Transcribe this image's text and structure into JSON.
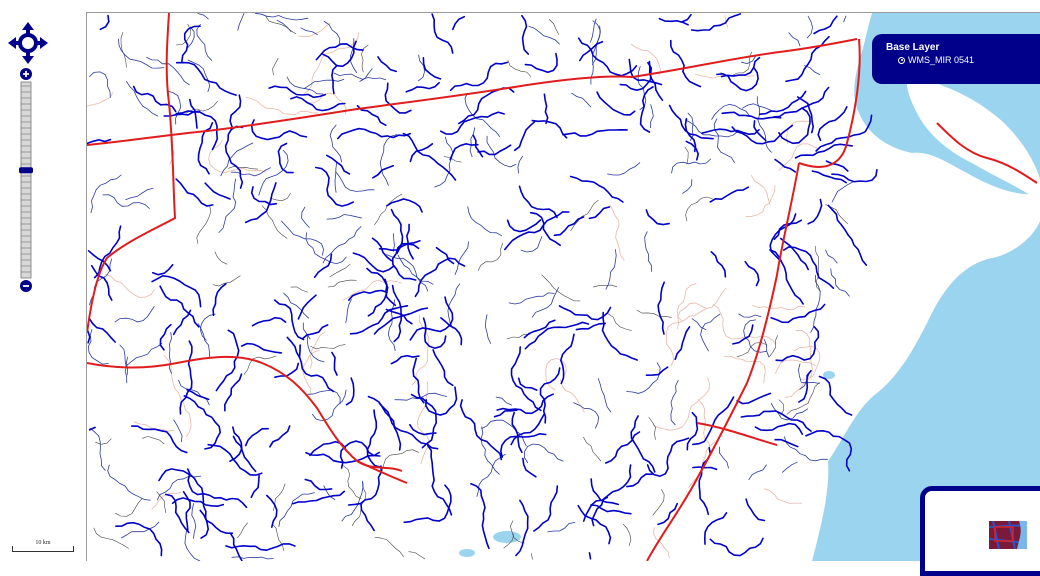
{
  "map": {
    "colors": {
      "water": "#9bd4ef",
      "river_major": "#0000c8",
      "river_minor": "#2a3aa0",
      "road_major": "#e01c1c",
      "road_minor": "#e8b8a8",
      "background": "#ffffff"
    }
  },
  "controls": {
    "pan_icon": "four-arrow-pan-icon",
    "zoom_in_icon": "plus-icon",
    "zoom_out_icon": "minus-icon",
    "zoom_level_fraction": 0.55
  },
  "scale": {
    "label": "10 km"
  },
  "layer_switcher": {
    "title": "Base Layer",
    "option_label": "WMS_MIR 0541",
    "accent": "#00008b"
  },
  "overview": {
    "label_icon": "overview-map-icon"
  }
}
